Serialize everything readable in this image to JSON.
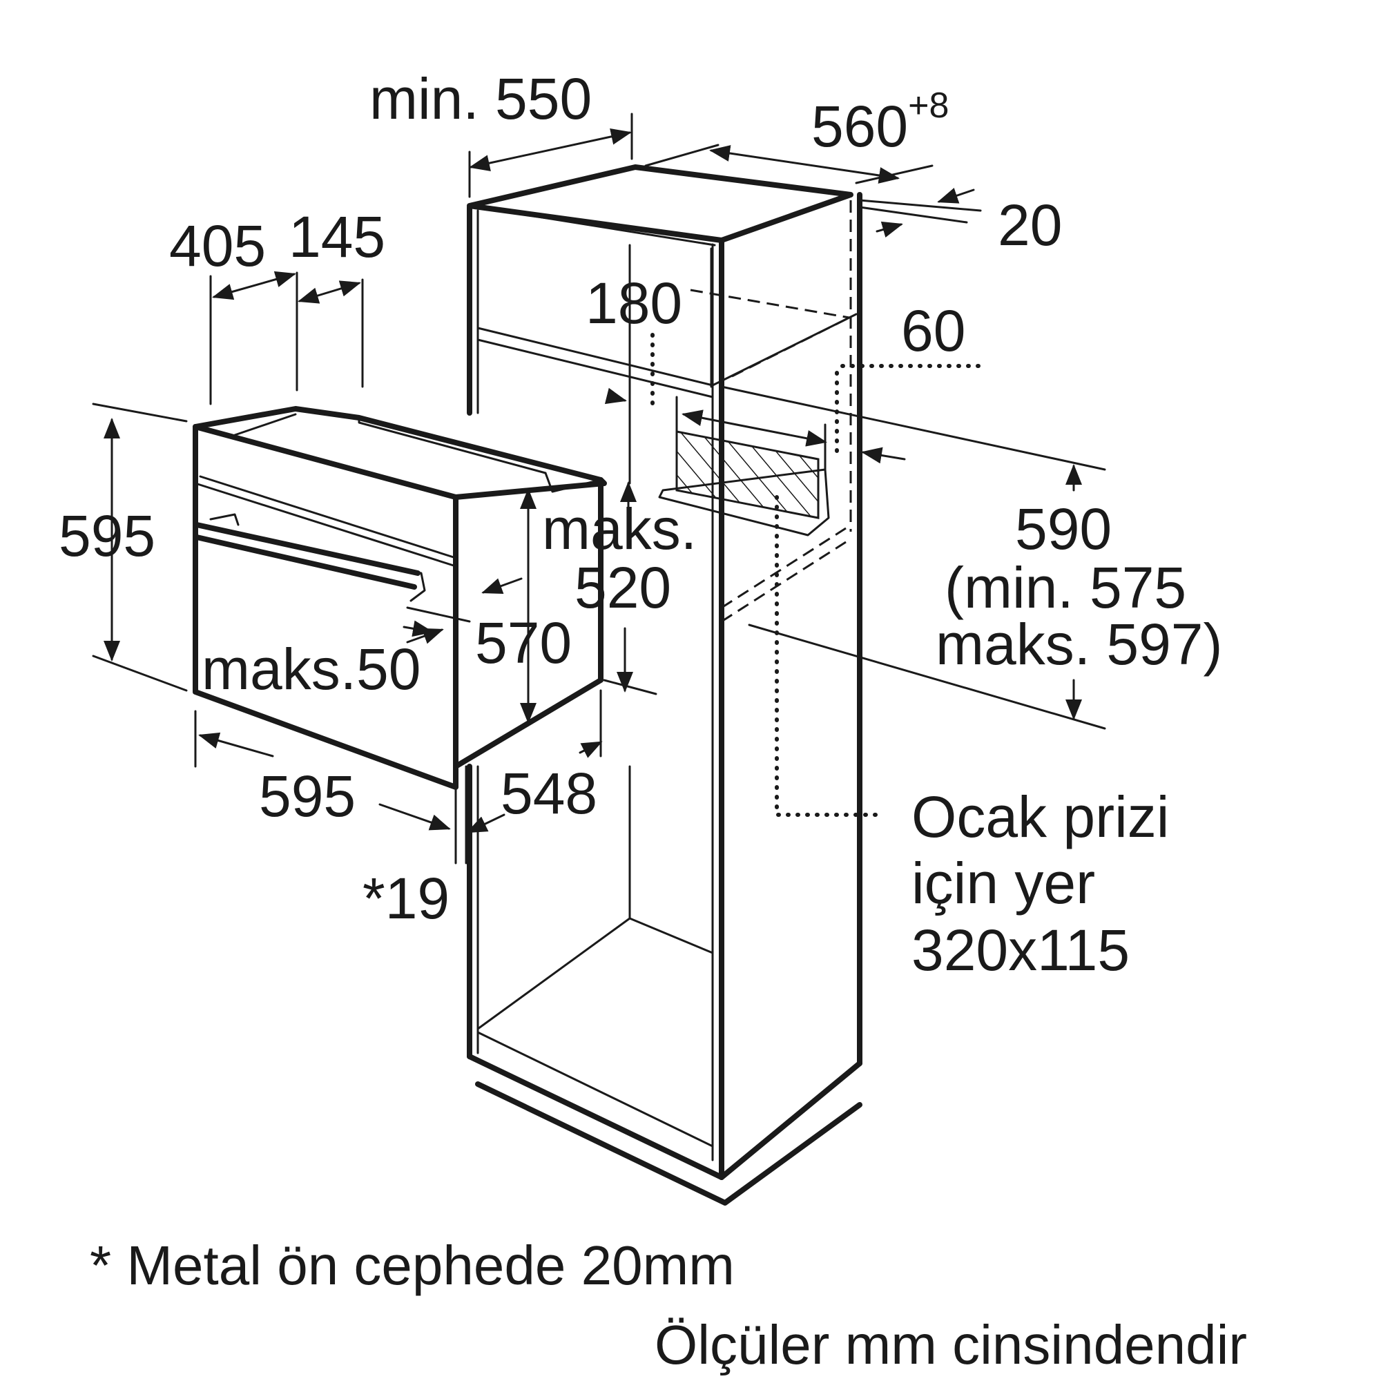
{
  "dimensions": {
    "cabinet_depth": "min. 550",
    "niche_width": "560",
    "niche_width_tol": "+8",
    "gap_20": "20",
    "top_405": "405",
    "top_145": "145",
    "top_180": "180",
    "right_60": "60",
    "oven_height": "595",
    "niche_height": "590",
    "niche_height_min": "(min. 575",
    "niche_height_max": "maks. 597)",
    "inner_max_label": "maks.",
    "inner_max_value": "520",
    "depth_570": "570",
    "max_50": "maks.50",
    "oven_width": "595",
    "depth_548": "548",
    "front_19": "*19"
  },
  "socket_note": {
    "line1": "Ocak prizi",
    "line2": "için yer",
    "line3": "320x115"
  },
  "footnote": "* Metal ön cephede 20mm",
  "units_note": "Ölçüler mm cinsindendir"
}
